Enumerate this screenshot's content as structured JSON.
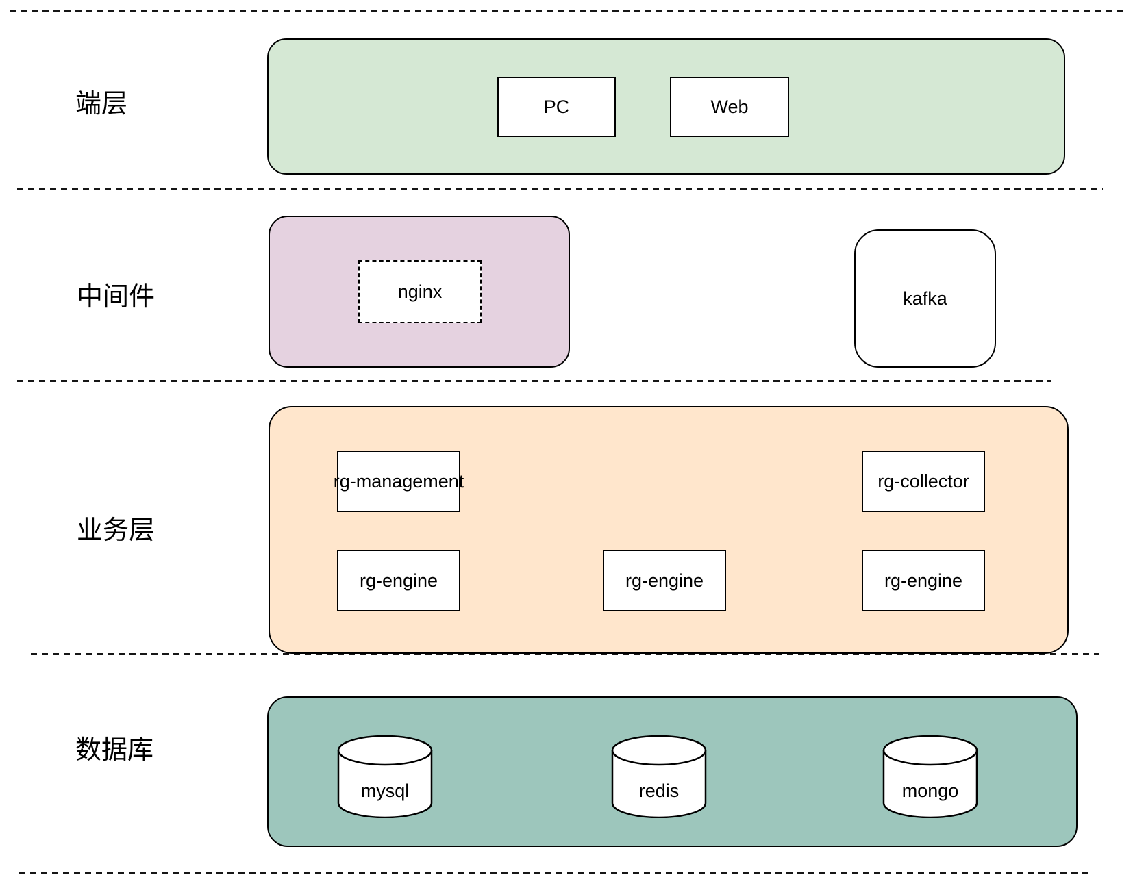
{
  "colors": {
    "terminal_fill": "#d5e8d4",
    "middleware_fill": "#e5d2e0",
    "business_fill": "#ffe6cc",
    "database_fill": "#9dc6bc",
    "node_fill": "#ffffff",
    "stroke": "#000000"
  },
  "layers": {
    "terminal": {
      "label": "端层",
      "nodes": {
        "pc": "PC",
        "web": "Web"
      }
    },
    "middleware": {
      "label": "中间件",
      "nodes": {
        "nginx": "nginx",
        "kafka": "kafka"
      }
    },
    "business": {
      "label": "业务层",
      "nodes": {
        "rg_management": "rg-management",
        "rg_collector": "rg-collector",
        "rg_engine_1": "rg-engine",
        "rg_engine_2": "rg-engine",
        "rg_engine_3": "rg-engine"
      }
    },
    "database": {
      "label": "数据库",
      "nodes": {
        "mysql": "mysql",
        "redis": "redis",
        "mongo": "mongo"
      }
    }
  }
}
